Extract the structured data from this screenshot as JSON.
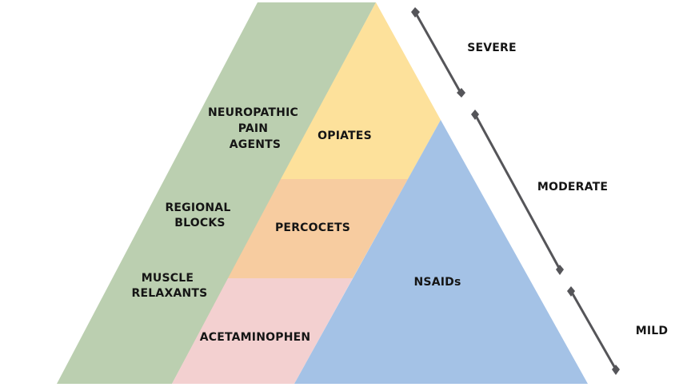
{
  "diagram": {
    "title": "Pain management ladder",
    "colors": {
      "adjuvant": "#bbcfb0",
      "opiates": "#fde19b",
      "percocets": "#f7cca0",
      "acetaminophen": "#f3d0d0",
      "nsaids": "#a4c2e6",
      "bracket": "#555559",
      "text": "#151515"
    },
    "adjuvant_labels": [
      {
        "lines": [
          "NEUROPATHIC",
          "PAIN",
          "AGENTS"
        ]
      },
      {
        "lines": [
          "REGIONAL",
          "BLOCKS"
        ]
      },
      {
        "lines": [
          "MUSCLE",
          "RELAXANTS"
        ]
      }
    ],
    "tiers": {
      "opiates": "OPIATES",
      "percocets": "PERCOCETS",
      "acetaminophen": "ACETAMINOPHEN",
      "nsaids": "NSAIDs"
    },
    "severity": [
      {
        "label": "SEVERE"
      },
      {
        "label": "MODERATE"
      },
      {
        "label": "MILD"
      }
    ]
  }
}
